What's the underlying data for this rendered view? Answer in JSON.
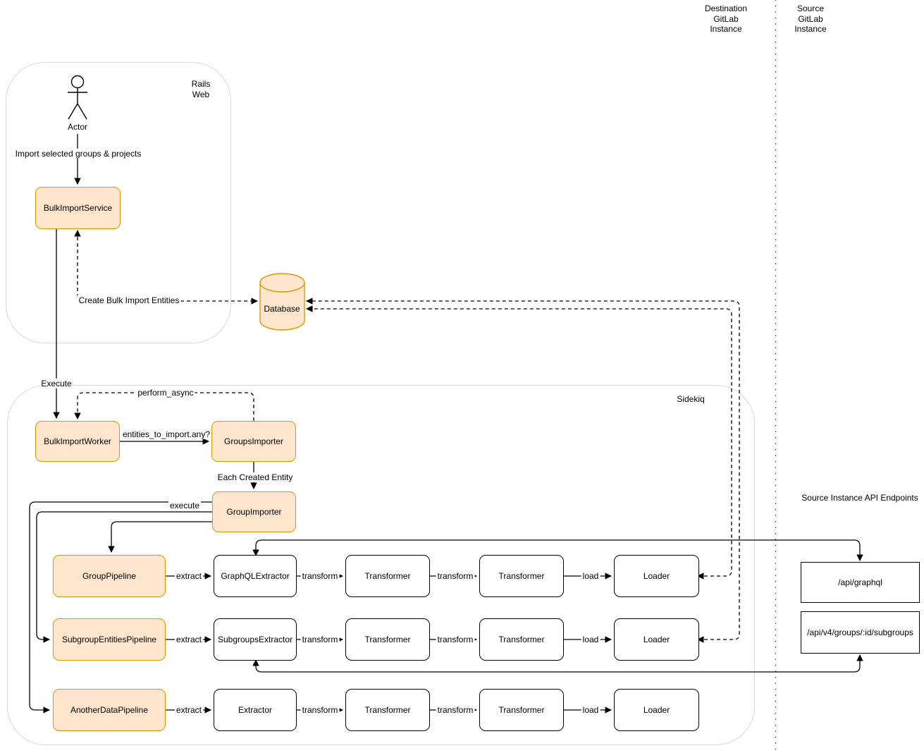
{
  "lane_headers": {
    "destination_lines": [
      "Destination",
      "GitLab",
      "Instance"
    ],
    "source_lines": [
      "Source",
      "GitLab",
      "Instance"
    ]
  },
  "containers": {
    "rails_web_lines": [
      "Rails",
      "Web"
    ],
    "sidekiq_label": "Sidekiq"
  },
  "actor": {
    "label": "Actor"
  },
  "nodes": {
    "bulk_import_service": "BulkImportService",
    "database": "Database",
    "bulk_import_worker": "BulkImportWorker",
    "groups_importer": "GroupsImporter",
    "group_importer": "GroupImporter",
    "group_pipeline": "GroupPipeline",
    "subgroup_entities_pipeline": "SubgroupEntitiesPipeline",
    "another_data_pipeline": "AnotherDataPipeline",
    "graphql_extractor": "GraphQLExtractor",
    "subgroups_extractor": "SubgroupsExtractor",
    "extractor": "Extractor",
    "transformer": "Transformer",
    "loader": "Loader"
  },
  "edge_labels": {
    "import_selected": "Import selected groups & projects",
    "create_bulk_import_entities": "Create Bulk Import Entities",
    "execute": "Execute",
    "perform_async": "perform_async",
    "entities_to_import_any": "entities_to_import.any?",
    "each_created_entity": "Each Created Entity",
    "execute_pipeline": "execute",
    "extract": "extract",
    "transform": "transform",
    "load": "load"
  },
  "api_endpoints": {
    "title": "Source Instance API Endpoints",
    "graphql": "/api/graphql",
    "subgroups": "/api/v4/groups/:id/subgroups"
  },
  "colors": {
    "highlight_fill": "#FFE6CC",
    "highlight_border": "#D79B00",
    "plain_border": "#000000",
    "container_border": "#D9D9D9"
  }
}
